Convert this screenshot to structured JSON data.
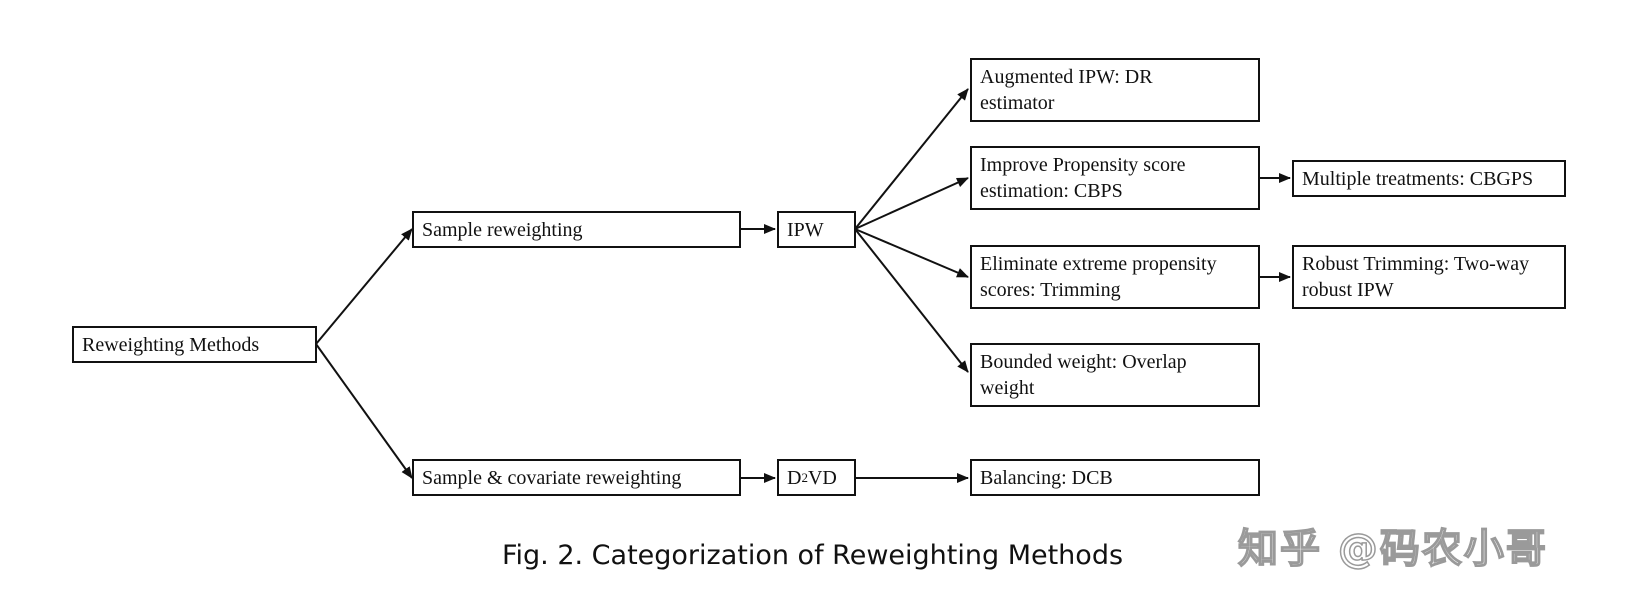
{
  "nodes": {
    "reweighting_methods": "Reweighting Methods",
    "sample_reweighting": "Sample reweighting",
    "sample_covariate_reweighting": "Sample & covariate reweighting",
    "ipw": "IPW",
    "d2vd_prefix": "D",
    "d2vd_sup": "2",
    "d2vd_suffix": "VD",
    "augmented_ipw": "Augmented IPW:  DR\nestimator",
    "improve_ps": "Improve Propensity score\nestimation: CBPS",
    "eliminate_extreme": "Eliminate extreme propensity\nscores: Trimming",
    "bounded_weight": "Bounded weight: Overlap\nweight",
    "balancing_dcb": "Balancing: DCB",
    "multiple_treatments": "Multiple treatments: CBGPS",
    "robust_trimming": "Robust Trimming: Two-way\nrobust IPW"
  },
  "caption": "Fig. 2.  Categorization of Reweighting Methods",
  "watermark": "知乎 @码农小哥",
  "colors": {
    "line": "#111111",
    "watermark_outline": "#9a9a9a"
  }
}
